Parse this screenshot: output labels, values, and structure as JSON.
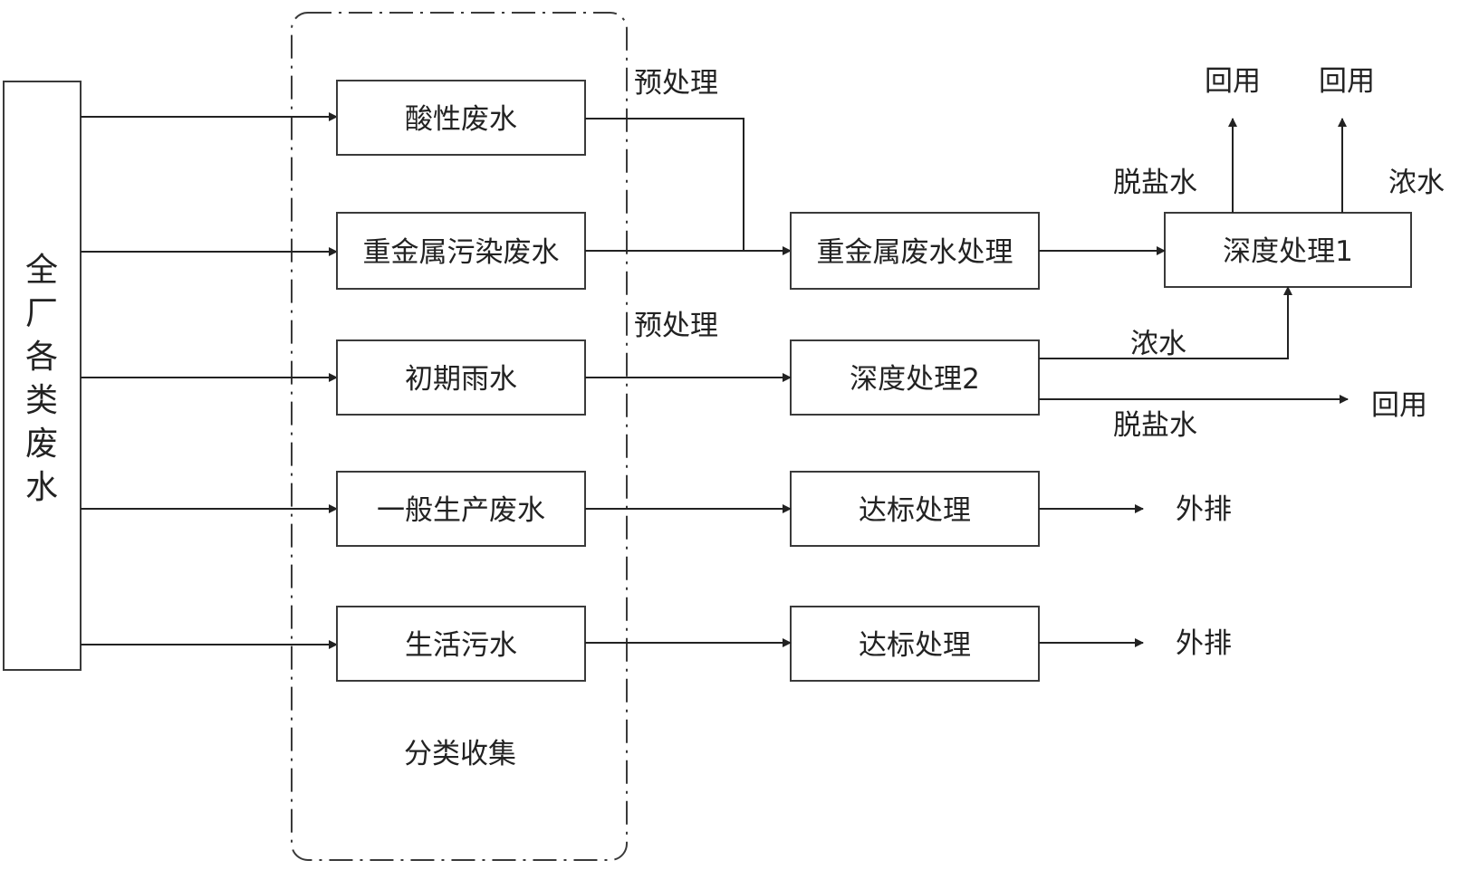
{
  "source": {
    "label": [
      "全",
      "厂",
      "各",
      "类",
      "废",
      "水"
    ]
  },
  "collection_group": {
    "label": "分类收集"
  },
  "categories": {
    "acid": "酸性废水",
    "heavy_metal": "重金属污染废水",
    "rain": "初期雨水",
    "general": "一般生产废水",
    "domestic": "生活污水"
  },
  "treatments": {
    "heavy_metal_treatment": "重金属废水处理",
    "deep_1": "深度处理1",
    "deep_2": "深度处理2",
    "standard_1": "达标处理",
    "standard_2": "达标处理"
  },
  "edge_labels": {
    "pretreat_1": "预处理",
    "pretreat_2": "预处理",
    "desalted_1": "脱盐水",
    "concentrate_1": "浓水",
    "concentrate_2": "浓水",
    "desalted_2": "脱盐水"
  },
  "outputs": {
    "reuse_1": "回用",
    "reuse_2": "回用",
    "reuse_3": "回用",
    "discharge_1": "外排",
    "discharge_2": "外排"
  }
}
